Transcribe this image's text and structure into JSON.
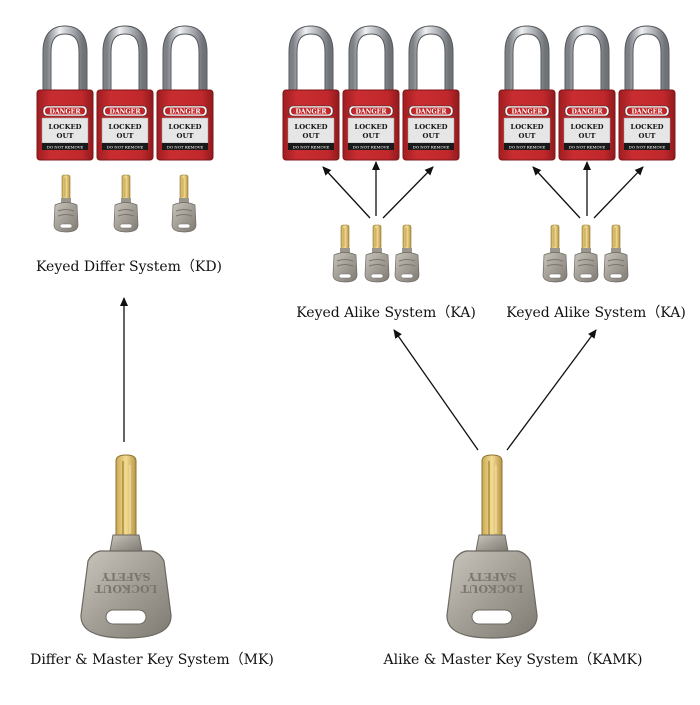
{
  "padlock": {
    "tag_text": "DANGER",
    "label_line1": "LOCKED",
    "label_line2": "OUT",
    "footer_text": "DO NOT REMOVE",
    "body_color": "#c0282c",
    "shackle_color": "#b9bcc0"
  },
  "master_key": {
    "engraving_line1": "SAFETY",
    "engraving_line2": "LOCKOUT",
    "metal_color": "#aaa59c",
    "blade_color": "#e8cc7a"
  },
  "labels": {
    "kd": "Keyed Differ System（KD)",
    "ka_left": "Keyed Alike System（KA)",
    "ka_right": "Keyed Alike System（KA)",
    "mk": "Differ & Master Key System（MK)",
    "kamk": "Alike & Master Key System（KAMK)"
  },
  "groups": [
    {
      "name": "kd-group",
      "padlock_count": 3,
      "key_count": 3
    },
    {
      "name": "ka-left-group",
      "padlock_count": 3,
      "key_count": 3
    },
    {
      "name": "ka-right-group",
      "padlock_count": 3,
      "key_count": 3
    }
  ]
}
